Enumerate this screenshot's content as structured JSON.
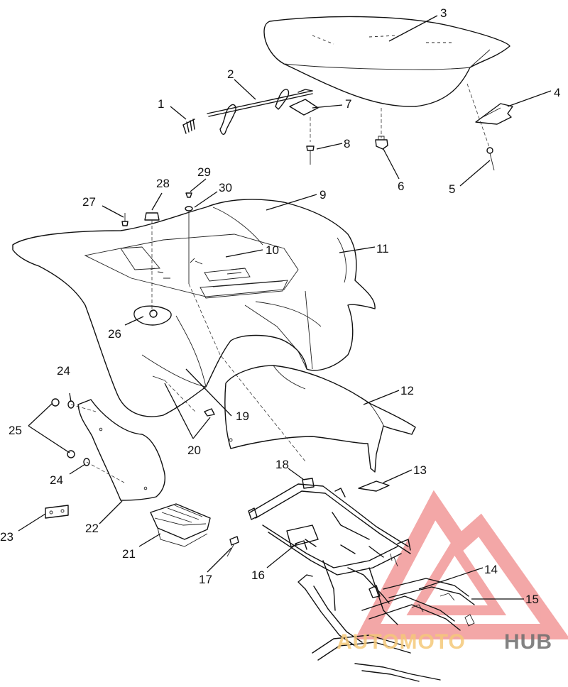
{
  "parts": [
    {
      "id": "1",
      "label": "1"
    },
    {
      "id": "2",
      "label": "2"
    },
    {
      "id": "3",
      "label": "3"
    },
    {
      "id": "4",
      "label": "4"
    },
    {
      "id": "5",
      "label": "5"
    },
    {
      "id": "6",
      "label": "6"
    },
    {
      "id": "7",
      "label": "7"
    },
    {
      "id": "8",
      "label": "8"
    },
    {
      "id": "9",
      "label": "9"
    },
    {
      "id": "10",
      "label": "10"
    },
    {
      "id": "11",
      "label": "11"
    },
    {
      "id": "12",
      "label": "12"
    },
    {
      "id": "13",
      "label": "13"
    },
    {
      "id": "14",
      "label": "14"
    },
    {
      "id": "15",
      "label": "15"
    },
    {
      "id": "16",
      "label": "16"
    },
    {
      "id": "17",
      "label": "17"
    },
    {
      "id": "18",
      "label": "18"
    },
    {
      "id": "19",
      "label": "19"
    },
    {
      "id": "20",
      "label": "20"
    },
    {
      "id": "21",
      "label": "21"
    },
    {
      "id": "22",
      "label": "22"
    },
    {
      "id": "23",
      "label": "23"
    },
    {
      "id": "24a",
      "label": "24"
    },
    {
      "id": "24b",
      "label": "24"
    },
    {
      "id": "25",
      "label": "25"
    },
    {
      "id": "26",
      "label": "26"
    },
    {
      "id": "27",
      "label": "27"
    },
    {
      "id": "28",
      "label": "28"
    },
    {
      "id": "29",
      "label": "29"
    },
    {
      "id": "30",
      "label": "30"
    }
  ],
  "watermark": {
    "part1": "AUTOMOTO",
    "part2": "HUB",
    "color1": "#f5c97a",
    "color2": "#6e6e6e",
    "logo_color": "#f08a8a"
  }
}
